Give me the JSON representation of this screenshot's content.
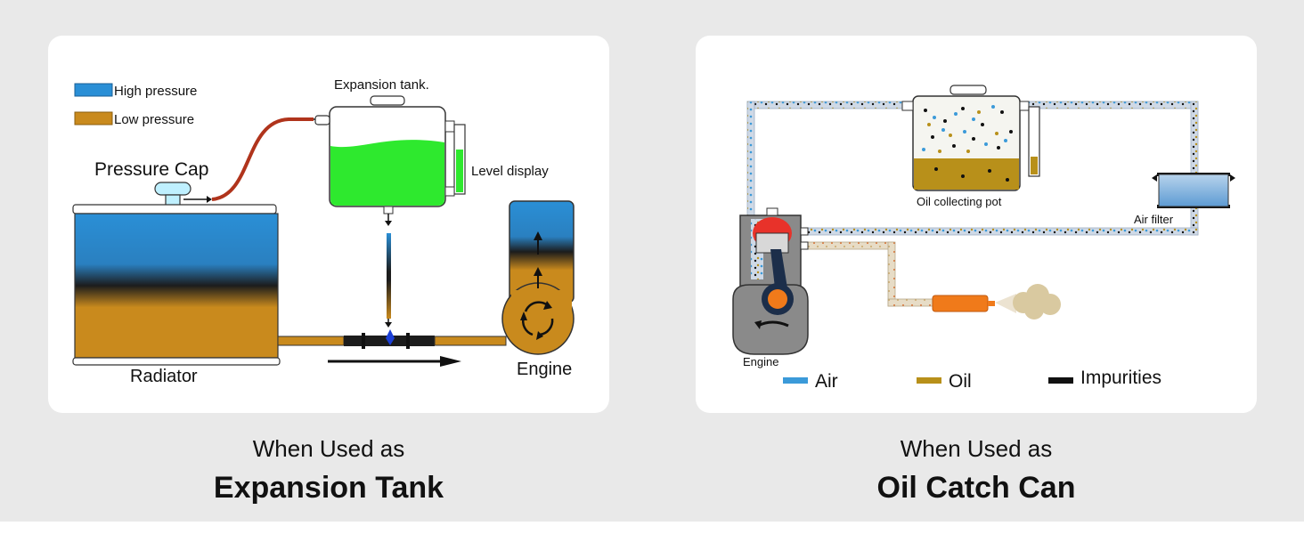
{
  "left_panel": {
    "legend": [
      {
        "label": "High pressure",
        "color": "#2a8fd6"
      },
      {
        "label": "Low pressure",
        "color": "#c98a1d"
      }
    ],
    "labels": {
      "pressure_cap": "Pressure Cap",
      "expansion_tank": "Expansion tank.",
      "level_display": "Level display",
      "radiator": "Radiator",
      "engine": "Engine"
    },
    "caption": {
      "sub": "When Used as",
      "main": "Expansion Tank"
    },
    "colors": {
      "coolant": "#2ee92e",
      "hose": "#b0341c"
    }
  },
  "right_panel": {
    "labels": {
      "oil_collecting_pot": "Oil collecting pot",
      "air_filter": "Air filter",
      "engine": "Engine"
    },
    "legend": [
      {
        "label": "Air",
        "color": "#3b9ad9"
      },
      {
        "label": "Oil",
        "color": "#b8901a"
      },
      {
        "label": "Impurities",
        "color": "#111111"
      }
    ],
    "caption": {
      "sub": "When Used as",
      "main": "Oil Catch Can"
    },
    "colors": {
      "piston_head": "#e8322a",
      "exhaust": "#f07a1a",
      "smoke": "#d9c9a0"
    }
  }
}
